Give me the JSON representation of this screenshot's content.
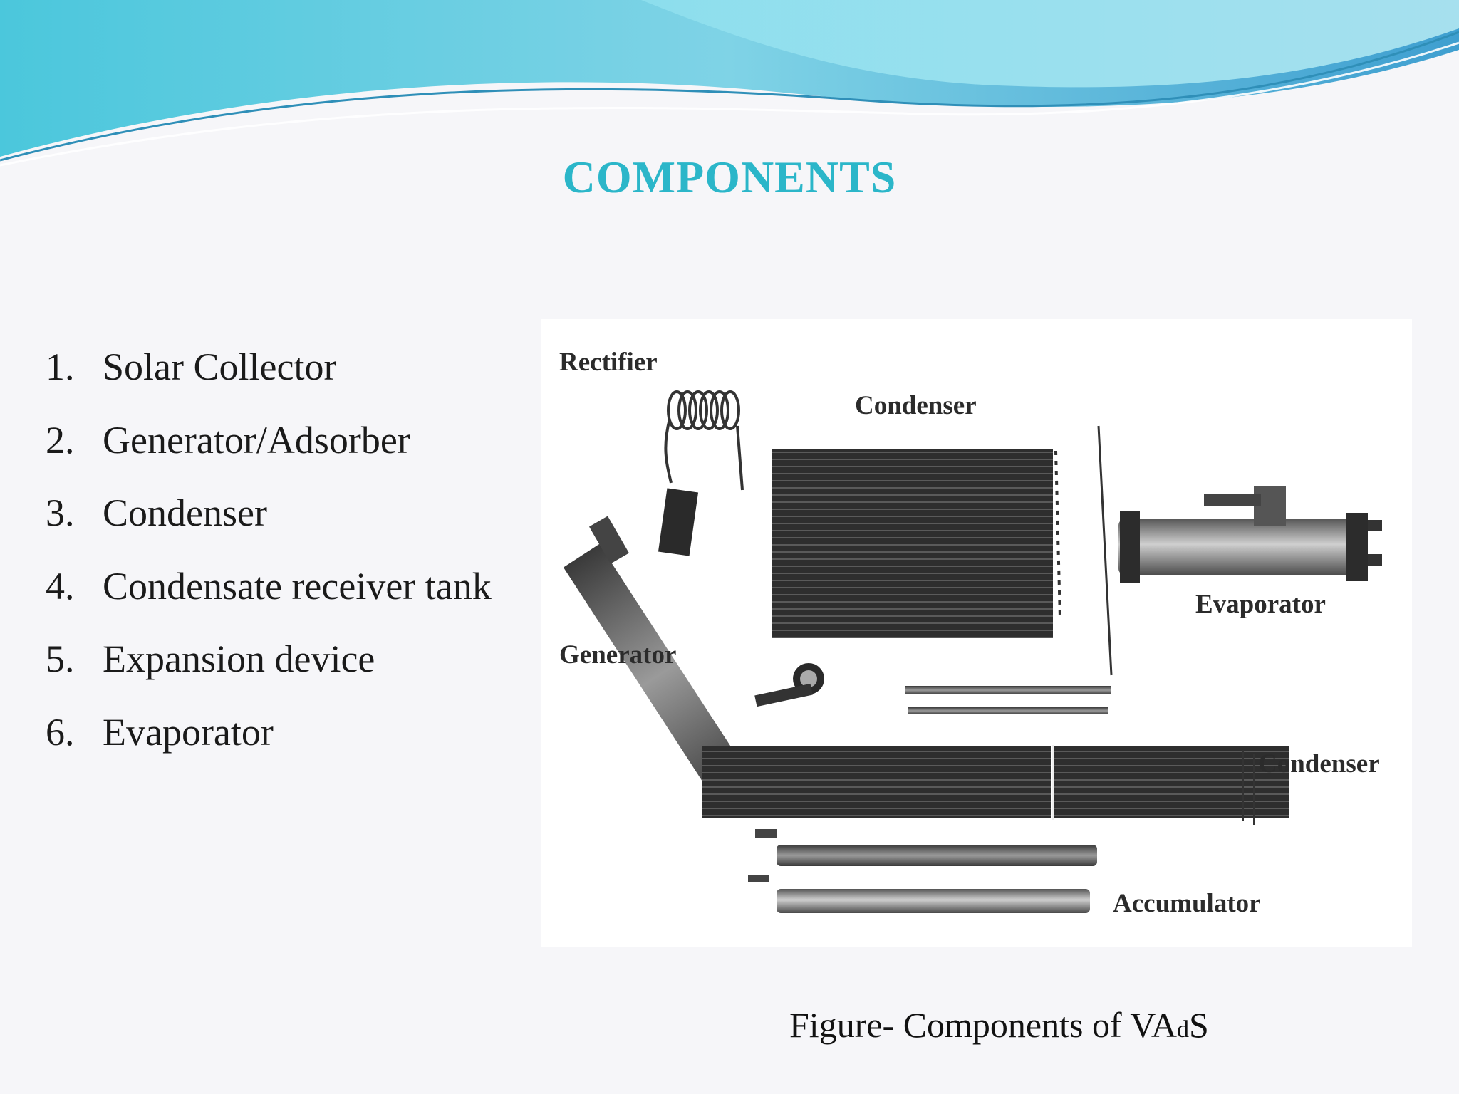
{
  "slide": {
    "title": "COMPONENTS",
    "items": [
      {
        "num": "1.",
        "label": "Solar Collector"
      },
      {
        "num": "2.",
        "label": "Generator/Adsorber"
      },
      {
        "num": "3.",
        "label": "Condenser"
      },
      {
        "num": "4.",
        "label": "Condensate receiver tank"
      },
      {
        "num": "5.",
        "label": "Expansion device"
      },
      {
        "num": "6.",
        "label": "Evaporator"
      }
    ]
  },
  "figure": {
    "labels": {
      "rectifier": "Rectifier",
      "condenser_top": "Condenser",
      "evaporator": "Evaporator",
      "generator": "Generator",
      "condenser_bottom": "Condenser",
      "accumulator": "Accumulator"
    },
    "caption": {
      "prefix": "Figure- Components of VA",
      "small": "d",
      "suffix": "S"
    }
  },
  "colors": {
    "title": "#2bb6c9",
    "wave_dark": "#3fa9c9",
    "wave_light": "#7fd6e6",
    "background": "#f6f6f9"
  }
}
